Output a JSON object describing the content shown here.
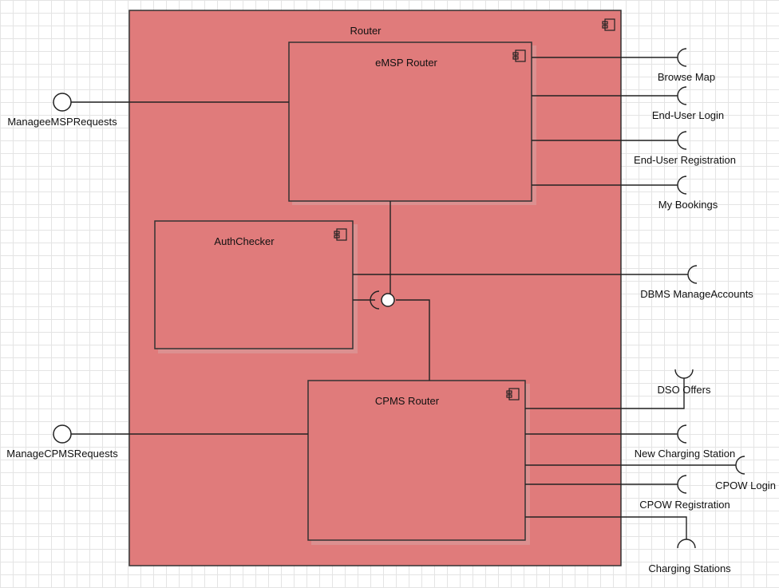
{
  "components": {
    "router": "Router",
    "emsp_router": "eMSP Router",
    "auth_checker": "AuthChecker",
    "cpms_router": "CPMS Router"
  },
  "provided_interfaces": {
    "manage_emsp_requests": "ManageeMSPRequests",
    "manage_cpms_requests": "ManageCPMSRequests"
  },
  "required_interfaces": {
    "browse_map": "Browse Map",
    "end_user_login": "End-User Login",
    "end_user_registration": "End-User Registration",
    "my_bookings": "My Bookings",
    "dbms_manage_accounts": "DBMS ManageAccounts",
    "dso_offers": "DSO Offers",
    "new_charging_station": "New Charging Station",
    "cpow_login": "CPOW Login",
    "cpow_registration": "CPOW Registration",
    "charging_stations": "Charging Stations"
  },
  "colors": {
    "component_fill": "#e07b7b",
    "border": "#333333",
    "grid": "#e4e4e4"
  }
}
